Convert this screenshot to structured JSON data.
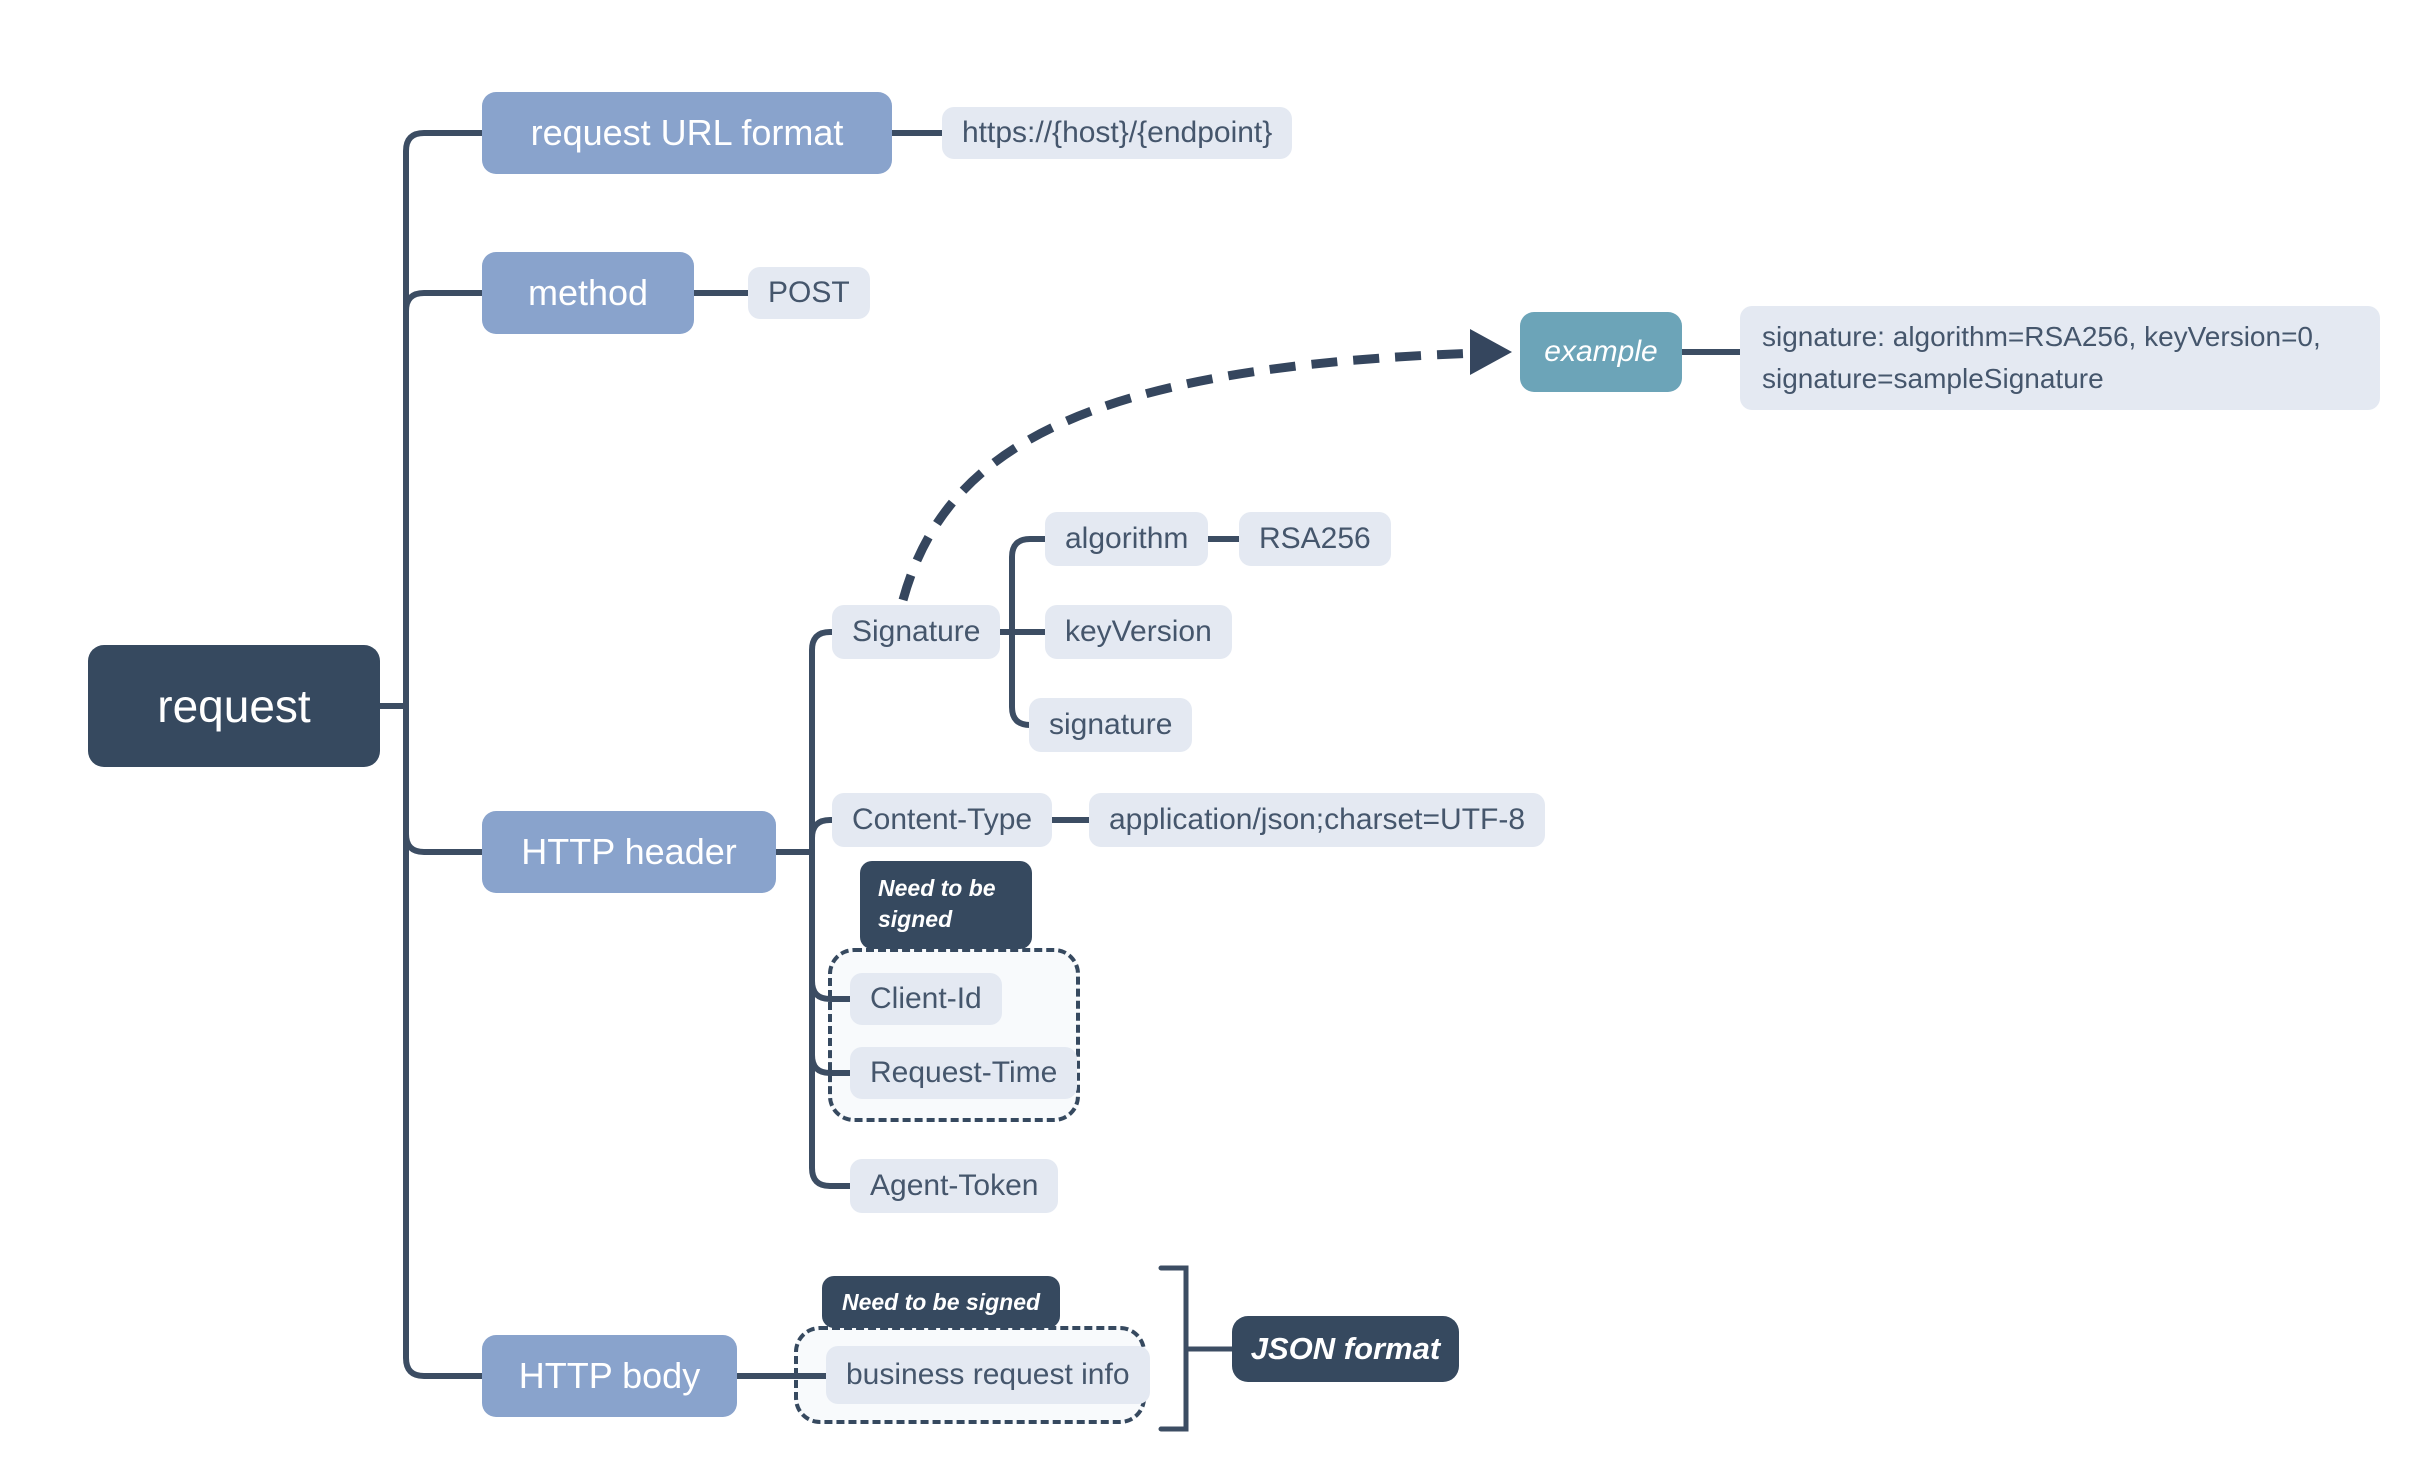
{
  "diagram": {
    "root": {
      "label": "request"
    },
    "url": {
      "label": "request URL format",
      "value": "https://{host}/{endpoint}"
    },
    "method": {
      "label": "method",
      "value": "POST"
    },
    "header": {
      "label": "HTTP header",
      "signature": {
        "label": "Signature",
        "algorithm": {
          "label": "algorithm",
          "value": "RSA256"
        },
        "key_version": {
          "label": "keyVersion"
        },
        "signature_field": {
          "label": "signature"
        }
      },
      "content_type": {
        "label": "Content-Type",
        "value": "application/json;charset=UTF-8"
      },
      "signed_group": {
        "badge": "Need to be signed",
        "client_id": {
          "label": "Client-Id"
        },
        "request_time": {
          "label": "Request-Time"
        }
      },
      "agent_token": {
        "label": "Agent-Token"
      }
    },
    "body": {
      "label": "HTTP body",
      "signed_group": {
        "badge": "Need to be signed",
        "business_info": {
          "label": "business request info"
        }
      },
      "json_format": {
        "label": "JSON format"
      }
    },
    "example": {
      "label": "example",
      "value": "signature: algorithm=RSA256, keyVersion=0, signature=sampleSignature"
    },
    "colors": {
      "node_blue": "#89a3cc",
      "node_dark": "#36495f",
      "node_light": "#e4e9f2",
      "node_teal": "#6ca4b8",
      "connector": "#3c4d63",
      "group_fill": "#f8fafc",
      "text_on_light": "#45566c"
    }
  }
}
